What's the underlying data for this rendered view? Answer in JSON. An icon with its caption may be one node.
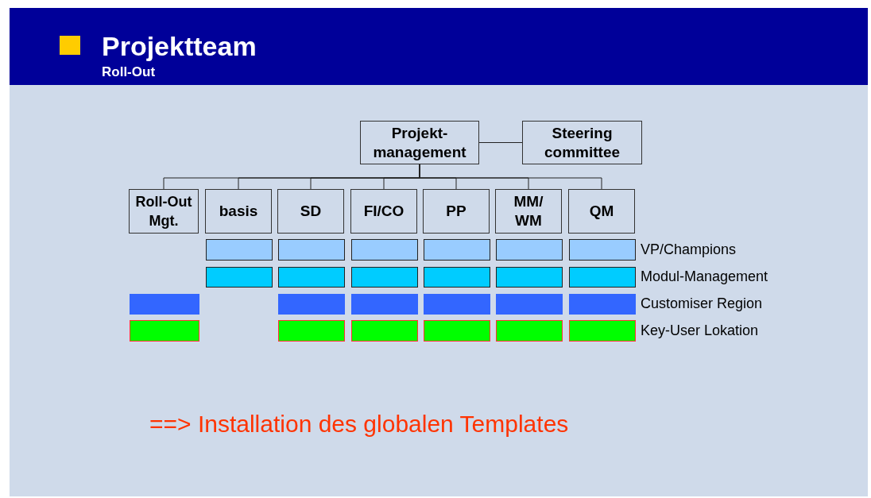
{
  "diagram": {
    "title": "Projektteam",
    "nodes": [
      {
        "text": [
          "Projekt- management"
        ]
      },
      {
        "text": [
          "Steering committee"
        ]
      },
      {
        "text": [
          "Roll-Out Mgt."
        ]
      },
      {
        "text": [
          "basis"
        ]
      },
      {
        "text": [
          "SD"
        ]
      },
      {
        "text": [
          "FI/CO"
        ]
      },
      {
        "text": [
          "PP"
        ]
      },
      {
        "text": [
          "MM/ WM"
        ]
      },
      {
        "text": [
          "QM"
        ]
      },
      {
        "text": [],
        "shape": "box"
      },
      {
        "text": [],
        "shape": "box"
      },
      {
        "text": [],
        "shape": "box"
      },
      {
        "text": [],
        "shape": "box"
      },
      {
        "text": [],
        "shape": "box"
      },
      {
        "text": [],
        "shape": "box"
      },
      {
        "text": [],
        "shape": "box"
      },
      {
        "text": [],
        "shape": "box"
      },
      {
        "text": [],
        "shape": "box"
      },
      {
        "text": [],
        "shape": "box"
      },
      {
        "text": [],
        "shape": "box"
      },
      {
        "text": [],
        "shape": "box"
      },
      {
        "text": [],
        "shape": "box"
      },
      {
        "text": [],
        "shape": "box"
      },
      {
        "text": [],
        "shape": "box"
      },
      {
        "text": [],
        "shape": "box"
      },
      {
        "text": [],
        "shape": "box"
      },
      {
        "text": [],
        "shape": "box"
      },
      {
        "text": [],
        "shape": "box"
      },
      {
        "text": [],
        "shape": "box"
      },
      {
        "text": [],
        "shape": "box"
      },
      {
        "text": [],
        "shape": "box"
      },
      {
        "text": [],
        "shape": "box"
      },
      {
        "text": [],
        "shape": "box"
      }
    ],
    "edges": [
      {
        "from": 0,
        "to": 1,
        "arrow": "none"
      },
      {
        "from": 0,
        "to": 2,
        "arrow": "none"
      },
      {
        "from": 0,
        "to": 3,
        "arrow": "none"
      },
      {
        "from": 0,
        "to": 4,
        "arrow": "none"
      },
      {
        "from": 0,
        "to": 5,
        "arrow": "none"
      },
      {
        "from": 0,
        "to": 6,
        "arrow": "none"
      },
      {
        "from": 0,
        "to": 7,
        "arrow": "none"
      },
      {
        "from": 0,
        "to": 8,
        "arrow": "none"
      }
    ],
    "labels": [
      "Roll-Out",
      "VP/Champions",
      "Modul-Management",
      "Customiser Region",
      "Key-User Lokation",
      "==> Installation des globalen Templates"
    ]
  }
}
